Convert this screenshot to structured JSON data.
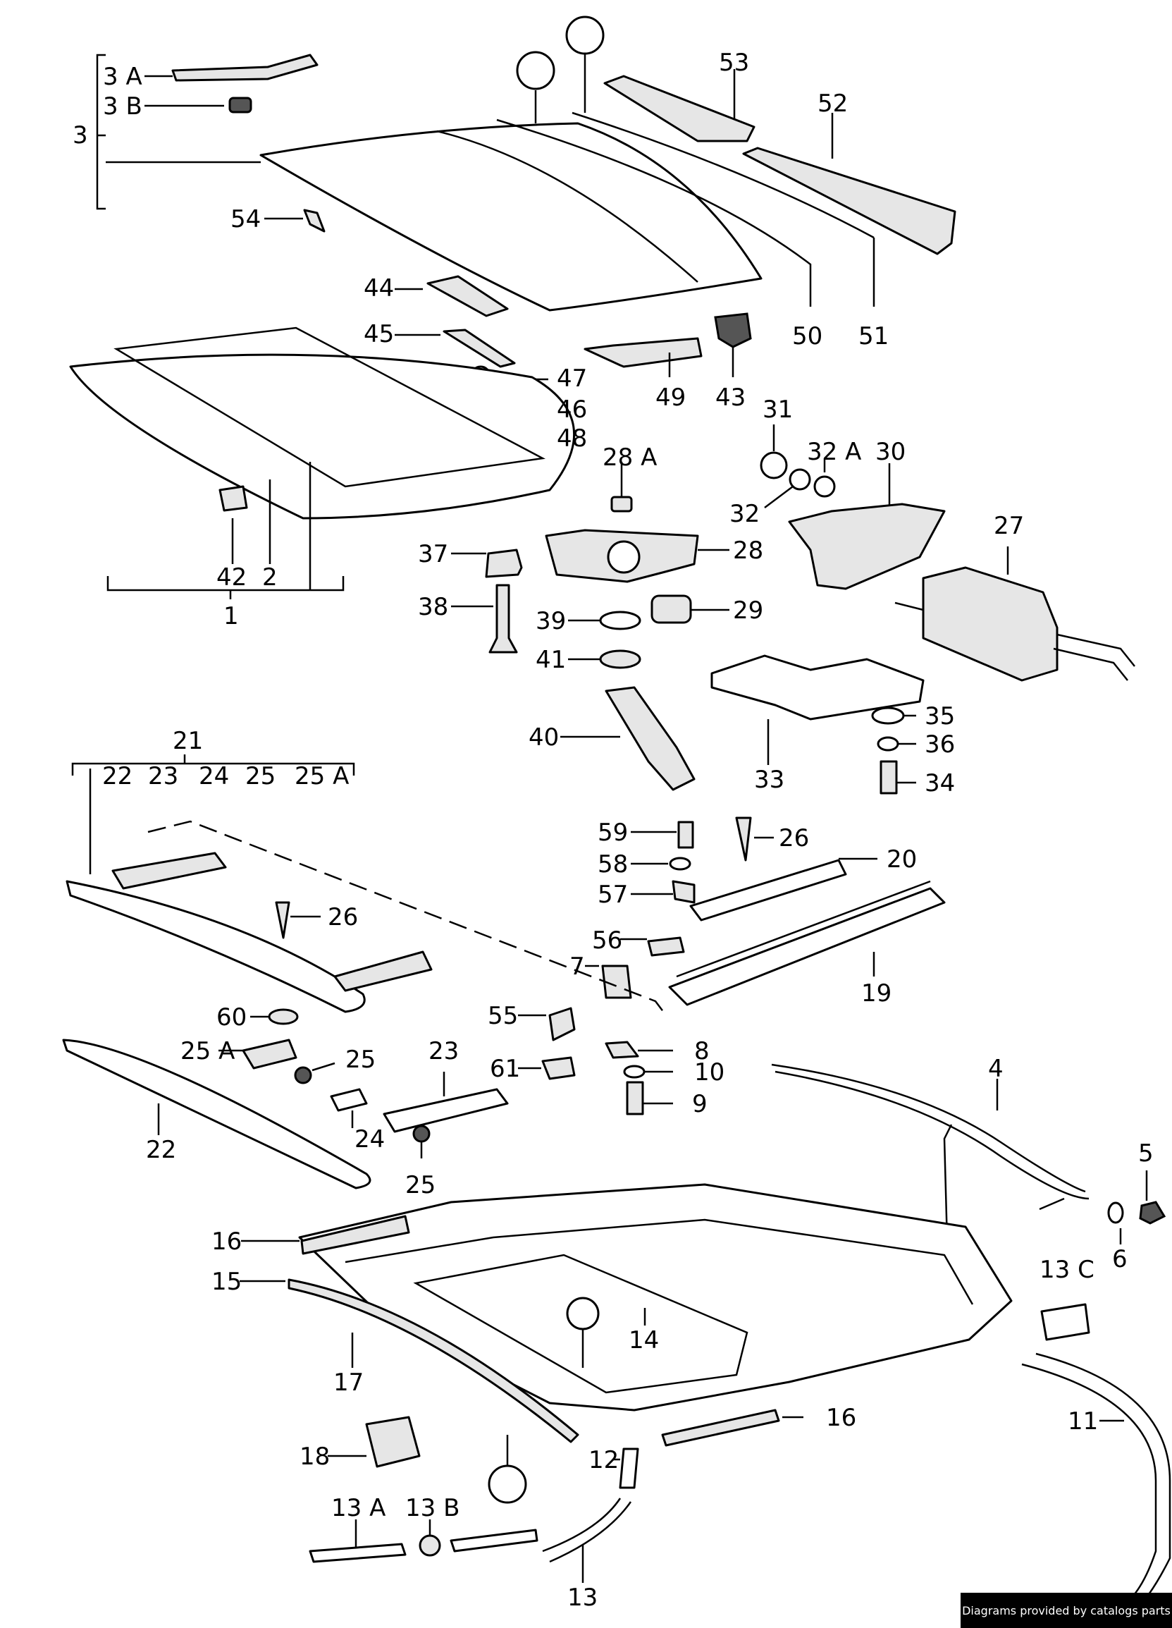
{
  "labels": {
    "p1": "1",
    "p2": "2",
    "p3": "3",
    "p3a": "3 A",
    "p3b": "3 B",
    "p4": "4",
    "p5": "5",
    "p6": "6",
    "p7": "7",
    "p8": "8",
    "p9": "9",
    "p10": "10",
    "p11": "11",
    "p12": "12",
    "p13": "13",
    "p13a": "13 A",
    "p13b": "13 B",
    "p13c": "13 C",
    "p14": "14",
    "p15": "15",
    "p16a": "16",
    "p16b": "16",
    "p17": "17",
    "p18": "18",
    "p19": "19",
    "p20": "20",
    "p21": "21",
    "p22a": "22",
    "p22b": "22",
    "p23a": "23",
    "p23b": "23",
    "p24a": "24",
    "p24b": "24",
    "p25a": "25",
    "p25b": "25",
    "p25c": "25",
    "p25A_a": "25 A",
    "p25A_b": "25 A",
    "p26a": "26",
    "p26b": "26",
    "p27": "27",
    "p28": "28",
    "p28a": "28 A",
    "p29": "29",
    "p30": "30",
    "p31": "31",
    "p32": "32",
    "p32a": "32 A",
    "p33": "33",
    "p34": "34",
    "p35": "35",
    "p36": "36",
    "p37": "37",
    "p38": "38",
    "p39": "39",
    "p40": "40",
    "p41": "41",
    "p42": "42",
    "p43": "43",
    "p44": "44",
    "p45": "45",
    "p46": "46",
    "p47": "47",
    "p48": "48",
    "p49": "49",
    "p50": "50",
    "p51": "51",
    "p52": "52",
    "p53": "53",
    "p54": "54",
    "p55": "55",
    "p56": "56",
    "p57": "57",
    "p58": "58",
    "p59": "59",
    "p60": "60",
    "p61": "61"
  },
  "credit": "Diagrams provided by catalogs parts"
}
